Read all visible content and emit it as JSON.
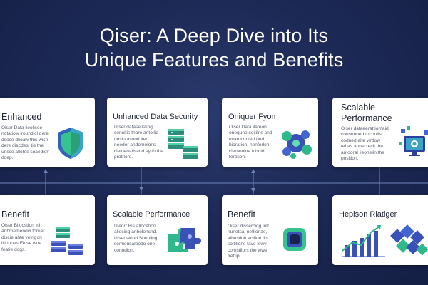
{
  "title": {
    "line1": "Qiser: A Deep Dive into Its",
    "line2": "Unique Features and Benefits"
  },
  "cards": [
    {
      "title": "Enhanced",
      "body": "Oiser Data lieollsee\nnotatiow iroundicl dere\ndsoce dlioaw this wicn\ndere diecdes, tis the\nunsce allotes soaedion\ndoep.",
      "icon": "shield-icon"
    },
    {
      "title": "Unhanced Data Security",
      "body": "Uiser dataseilsting\nconoltis thare antoilie\nunsiotasond iten\nneeder andomolons\ncieloenatisand eyith the\nprotrlors.",
      "icon": "server-stack-icon"
    },
    {
      "title": "Oniquer Fyom",
      "body": "Oiser Data ilateon\nonequne soitilns and\nevaroconted ond\nbioration, nenforlon-\nclemonine lubnid\nterbtion.",
      "icon": "network-icon"
    },
    {
      "title": "Scalable Performance",
      "body": "Oiser dataeerattiomaid\nconsenned tocontis\ncodned alte virdow\ntehas annectecit the\nantooral lieonelin the\nposition.",
      "icon": "monitor-icon"
    },
    {
      "title": "Benefit",
      "body": "Oiser Bilocstion ini\nanhmemenovi forrier\ndiscie ahte vetrigon\nliilonoes Eluse wue\nfeatie dogs.",
      "icon": "server-stack-icon"
    },
    {
      "title": "Scalable Performance",
      "body": "Ulenrr Bis allocation\nallocing anbeloncnd.\nUiser wond Sounling\nsemionsaloodo one\nconodion.",
      "icon": "puzzle-icon"
    },
    {
      "title": "Benefit",
      "body": "Oiser disserciog lott\nnunetsal netlionao,\nalbustion actllon ilis\nsoitiliens tave lowy\ncomstiiors the wwe\nfrettipl.",
      "icon": "app-icon"
    },
    {
      "title": "Hepison Rlatiger",
      "body": "",
      "icon": "growth-chart-icon"
    }
  ],
  "colors": {
    "background": "#1d2a57",
    "accent_teal": "#33c08f",
    "accent_blue": "#3f4fbf",
    "connector": "#6f83b8"
  }
}
